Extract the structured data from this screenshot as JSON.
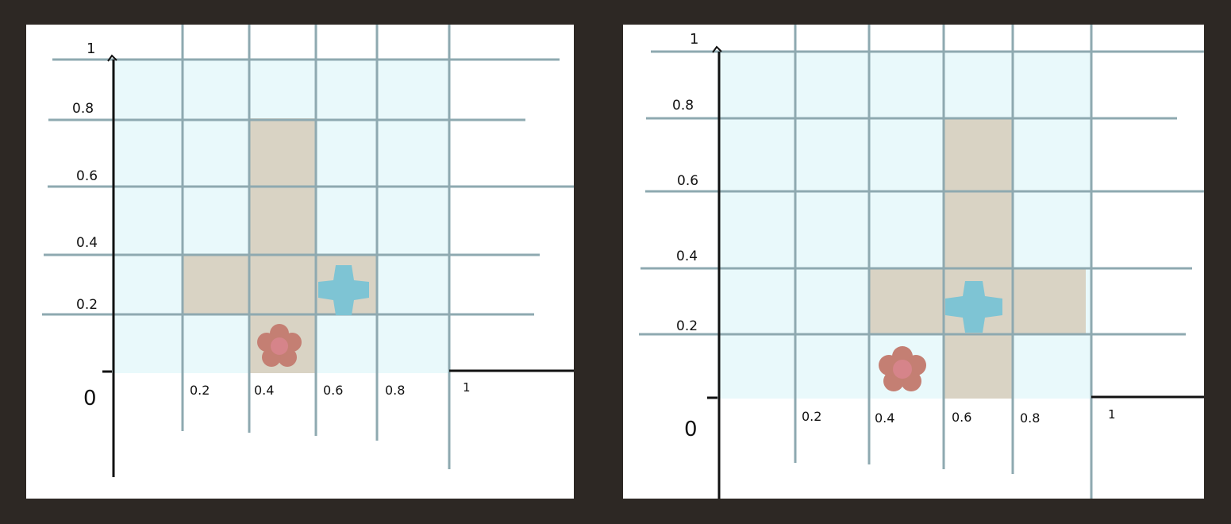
{
  "colors": {
    "background": "#2d2824",
    "panel": "#ffffff",
    "cell_fill": "#e9f9fb",
    "grid_line": "#8ea9b0",
    "shape_fill": "#d9d3c4",
    "flower_petal": "#c47f73",
    "flower_center": "#d6848a",
    "plus_fill": "#7ec4d4",
    "axis": "#111111"
  },
  "icons": [
    "flower-icon",
    "plus-icon"
  ],
  "panels": [
    {
      "id": "left",
      "labels": {
        "origin": "0",
        "x_ticks": [
          "0.2",
          "0.4",
          "0.6",
          "0.8",
          "1"
        ],
        "y_ticks": [
          "0.2",
          "0.4",
          "0.6",
          "0.8",
          "1"
        ]
      }
    },
    {
      "id": "right",
      "labels": {
        "origin": "0",
        "x_ticks": [
          "0.2",
          "0.4",
          "0.6",
          "0.8",
          "1"
        ],
        "y_ticks": [
          "0.2",
          "0.4",
          "0.6",
          "0.8",
          "1"
        ]
      }
    }
  ]
}
